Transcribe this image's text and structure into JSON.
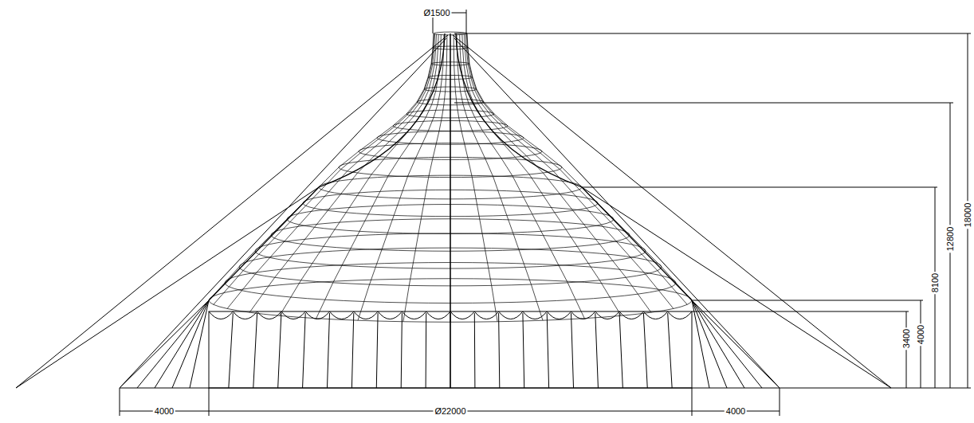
{
  "diagram": {
    "labels": [
      "Ø1500",
      "18000",
      "12800",
      "8100",
      "4000",
      "3400",
      "4000",
      "Ø22000",
      "4000"
    ]
  }
}
